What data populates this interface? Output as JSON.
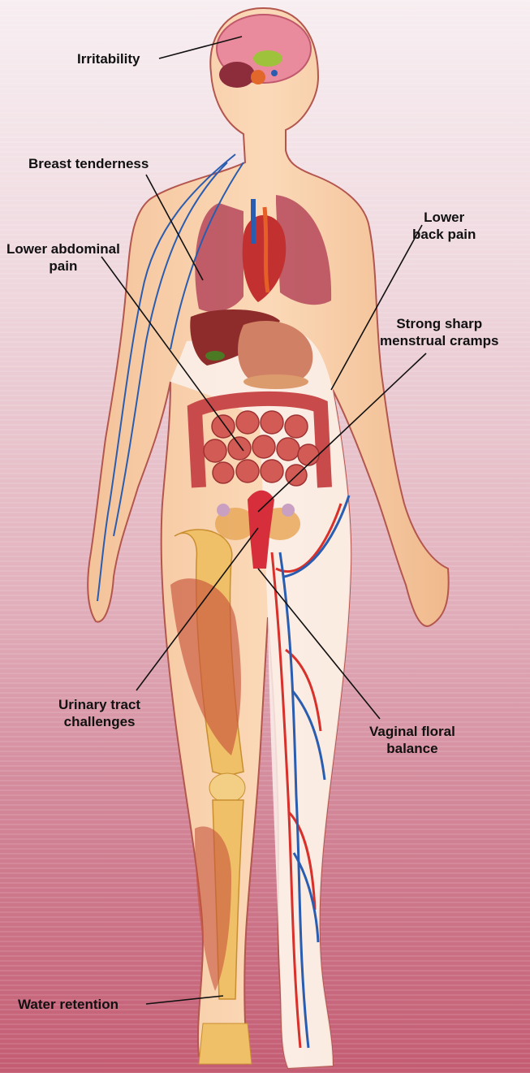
{
  "labels": {
    "irritability": "Irritability",
    "breast_tenderness": "Breast tenderness",
    "lower_back_pain": [
      "Lower",
      "back pain"
    ],
    "lower_abdominal_pain": [
      "Lower abdominal",
      "pain"
    ],
    "menstrual_cramps": [
      "Strong sharp",
      "menstrual cramps"
    ],
    "urinary_tract": [
      "Urinary tract",
      "challenges"
    ],
    "vaginal_floral": [
      "Vaginal floral",
      "balance"
    ],
    "water_retention": "Water retention"
  },
  "colors": {
    "skin": "#f7c9a0",
    "body_interior": "#fbf2ee",
    "artery": "#d8302a",
    "vein": "#2a5db0",
    "organ": "#b7404a",
    "bone": "#f0c470"
  }
}
